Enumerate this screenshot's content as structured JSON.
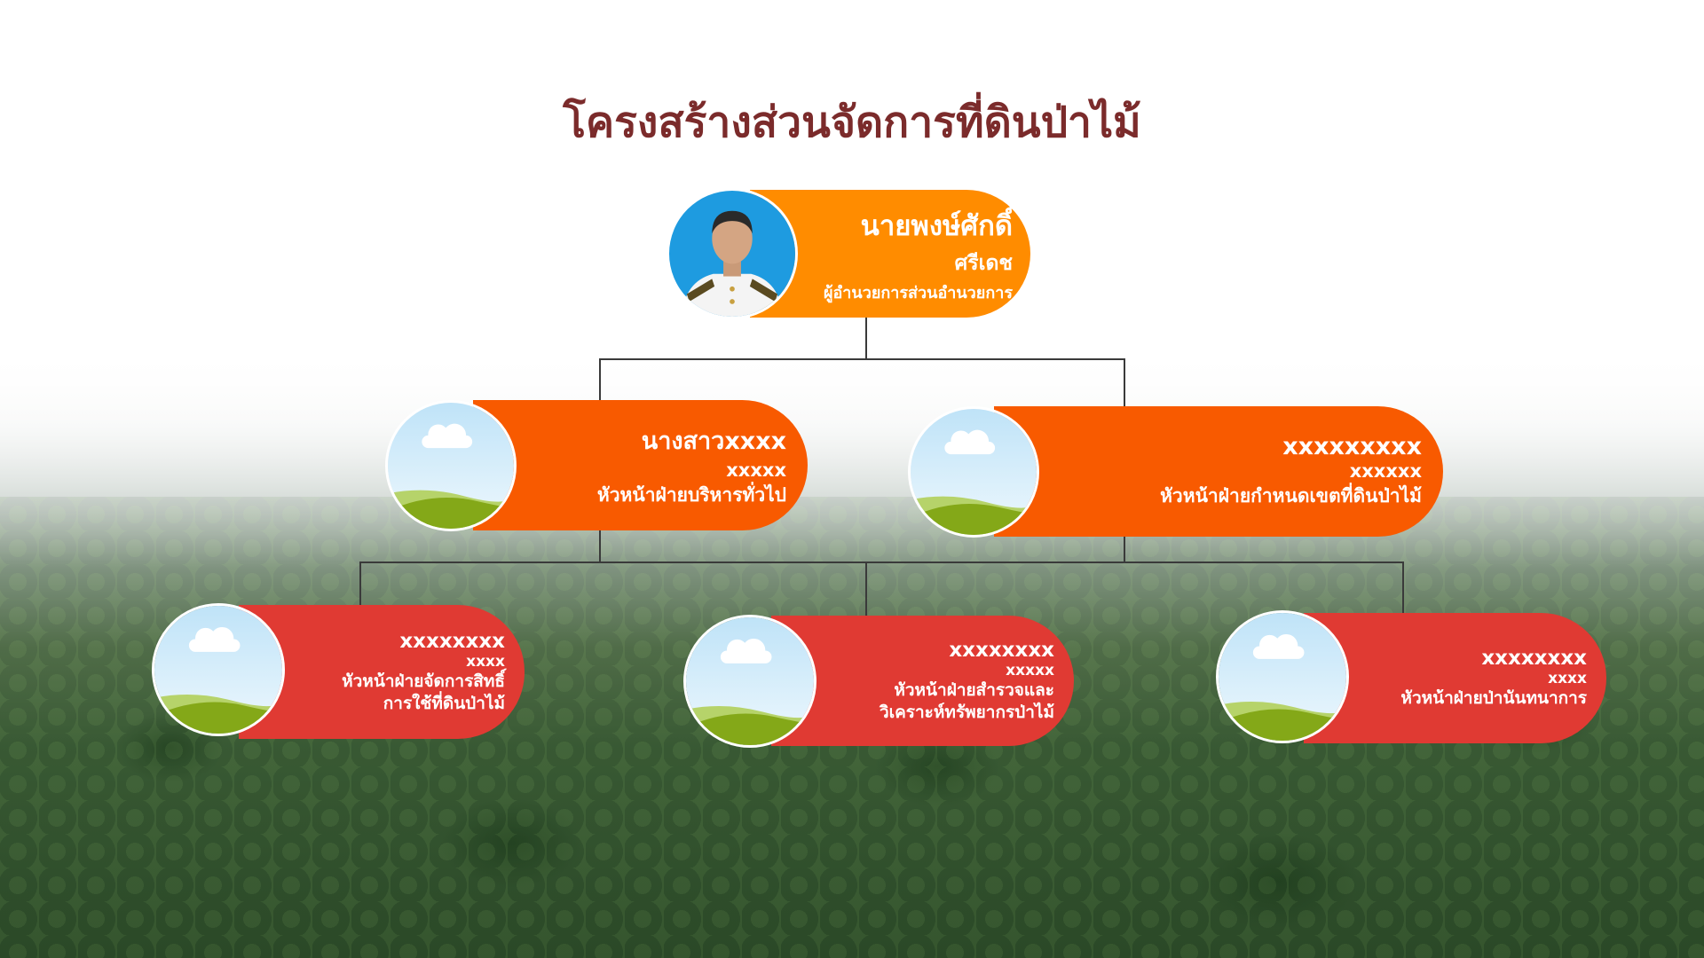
{
  "title": "โครงสร้างส่วนจัดการที่ดินป่าไม้",
  "colors": {
    "title": "#7b2b2b",
    "level1": "#ff8c00",
    "level2": "#f85a00",
    "level3": "#e03a33"
  },
  "nodes": [
    {
      "id": "director",
      "name": "นายพงษ์ศักดิ์",
      "surname": "ศรีเดช",
      "position": "ผู้อำนวยการส่วนอำนวยการ",
      "image": "person-photo"
    },
    {
      "id": "general-admin",
      "name": "นางสาวxxxx",
      "surname": "xxxxx",
      "position": "หัวหน้าฝ่ายบริหารทั่วไป",
      "image": "placeholder-landscape"
    },
    {
      "id": "boundary",
      "name": "xxxxxxxxx",
      "surname": "xxxxxx",
      "position": "หัวหน้าฝ่ายกำหนดเขตที่ดินป่าไม้",
      "image": "placeholder-landscape"
    },
    {
      "id": "land-rights",
      "name": "xxxxxxxx",
      "surname": "xxxx",
      "position": "หัวหน้าฝ่ายจัดการสิทธิ์\nการใช้ที่ดินป่าไม้",
      "image": "placeholder-landscape"
    },
    {
      "id": "survey",
      "name": "xxxxxxxx",
      "surname": "xxxxx",
      "position": "หัวหน้าฝ่ายสำรวจและ\nวิเคราะห์ทรัพยากรป่าไม้",
      "image": "placeholder-landscape"
    },
    {
      "id": "recreation",
      "name": "xxxxxxxx",
      "surname": "xxxx",
      "position": "หัวหน้าฝ่ายป่านันทนาการ",
      "image": "placeholder-landscape"
    }
  ]
}
